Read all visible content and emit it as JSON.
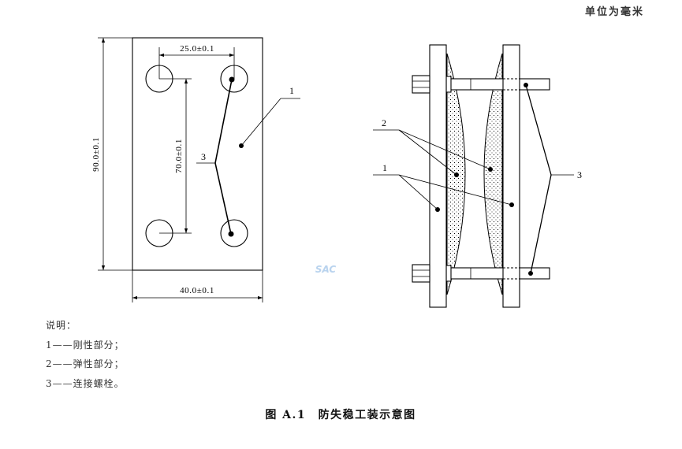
{
  "unit_note": "单位为毫米",
  "front_view": {
    "dim_top": "25.0±0.1",
    "dim_inner_vertical": "70.0±0.1",
    "dim_outer_vertical": "90.0±0.1",
    "dim_bottom": "40.0±0.1",
    "callout_rigid": "1",
    "callout_bolt": "3"
  },
  "side_view": {
    "callout_elastic": "2",
    "callout_rigid": "1",
    "callout_bolt": "3"
  },
  "legend": {
    "title": "说明：",
    "items": [
      "1——刚性部分；",
      "2——弹性部分；",
      "3——连接螺栓。"
    ]
  },
  "caption": "图 A.1　防失稳工装示意图",
  "watermark": "SAC"
}
